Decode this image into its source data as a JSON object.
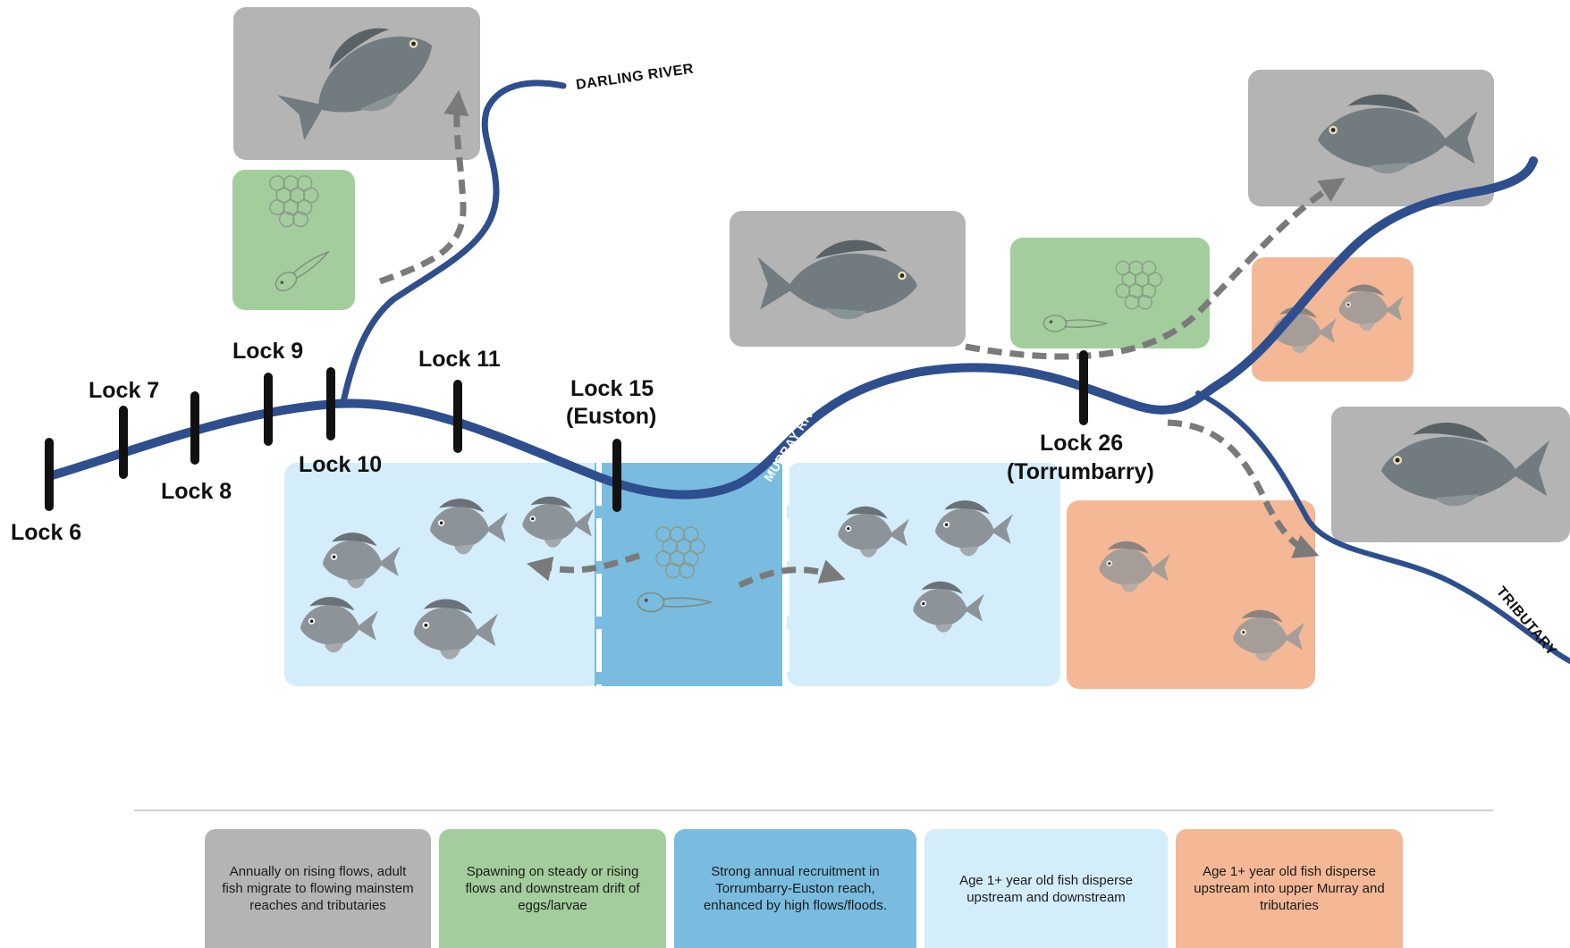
{
  "locks": [
    {
      "id": "lock6",
      "label": "Lock 6"
    },
    {
      "id": "lock7",
      "label": "Lock 7"
    },
    {
      "id": "lock8",
      "label": "Lock 8"
    },
    {
      "id": "lock9",
      "label": "Lock 9"
    },
    {
      "id": "lock10",
      "label": "Lock 10"
    },
    {
      "id": "lock11",
      "label": "Lock 11"
    },
    {
      "id": "lock15",
      "label": "Lock 15",
      "sublabel": "(Euston)"
    },
    {
      "id": "lock26",
      "label": "Lock 26",
      "sublabel": "(Torrumbarry)"
    }
  ],
  "rivers": {
    "darling": "DARLING RIVER",
    "murray": "MURRAY RIVER",
    "tributary": "TRIBUTARY"
  },
  "colors": {
    "river": "#2e4e8e",
    "adult_box": "#b4b4b4",
    "spawn_box": "#a3cd9c",
    "recruit_box": "#79bcdf",
    "disperse_box": "#d3edfb",
    "upper_box": "#f4b896",
    "lock_bar": "#111111",
    "arrow": "#7a7a7a"
  },
  "legend": [
    {
      "id": "adult-migration",
      "text": "Annually on rising flows, adult fish migrate to flowing mainstem reaches and tributaries"
    },
    {
      "id": "spawning",
      "text": "Spawning on steady or rising flows and downstream drift of eggs/larvae"
    },
    {
      "id": "recruitment",
      "text": "Strong annual recruitment in Torrumbarry-Euston reach, enhanced by high flows/floods."
    },
    {
      "id": "dispersal",
      "text": "Age 1+ year old fish disperse upstream and downstream"
    },
    {
      "id": "upper-dispersal",
      "text": "Age 1+ year old fish disperse upstream into upper Murray and tributaries"
    }
  ]
}
